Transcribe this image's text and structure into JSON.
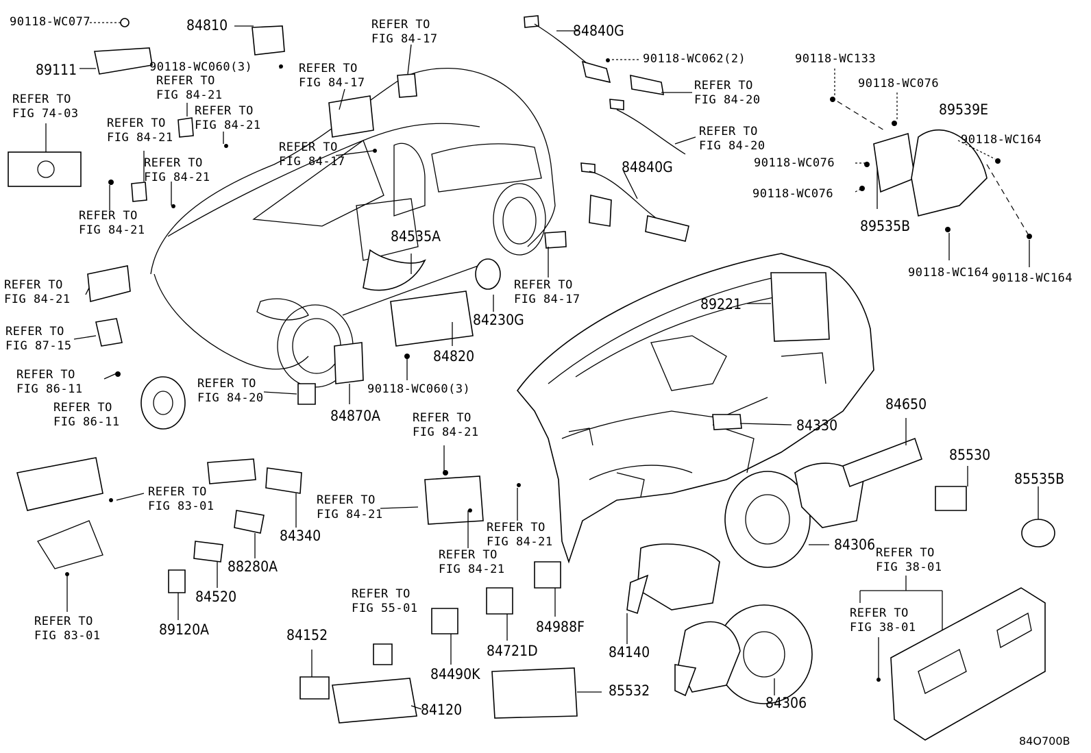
{
  "ref": {
    "r1": [
      "REFER TO",
      "FIG 84-17"
    ],
    "r2": [
      "REFER TO",
      "FIG 84-17"
    ],
    "r3": [
      "REFER TO",
      "FIG 84-21"
    ],
    "r4": [
      "REFER TO",
      "FIG 84-21"
    ],
    "r5": [
      "REFER TO",
      "FIG 74-03"
    ],
    "r6": [
      "REFER TO",
      "FIG 84-21"
    ],
    "r7": [
      "REFER TO",
      "FIG 84-17"
    ],
    "r8": [
      "REFER TO",
      "FIG 84-21"
    ],
    "r9": [
      "REFER TO",
      "FIG 84-21"
    ],
    "r10": [
      "REFER TO",
      "FIG 84-20"
    ],
    "r11": [
      "REFER TO",
      "FIG 84-20"
    ],
    "r12": [
      "REFER TO",
      "FIG 84-21"
    ],
    "r13": [
      "REFER TO",
      "FIG 87-15"
    ],
    "r14": [
      "REFER TO",
      "FIG 84-17"
    ],
    "r15": [
      "REFER TO",
      "FIG 86-11"
    ],
    "r16": [
      "REFER TO",
      "FIG 86-11"
    ],
    "r17": [
      "REFER TO",
      "FIG 84-20"
    ],
    "r18": [
      "REFER TO",
      "FIG 84-21"
    ],
    "r19": [
      "REFER TO",
      "FIG 83-01"
    ],
    "r20": [
      "REFER TO",
      "FIG 84-21"
    ],
    "r21": [
      "REFER TO",
      "FIG 84-21"
    ],
    "r22": [
      "REFER TO",
      "FIG 84-21"
    ],
    "r23": [
      "REFER TO",
      "FIG 83-01"
    ],
    "r24": [
      "REFER TO",
      "FIG 55-01"
    ],
    "r25": [
      "REFER TO",
      "FIG 38-01"
    ],
    "r26": [
      "REFER TO",
      "FIG 38-01"
    ]
  },
  "parts": {
    "p84810": "84810",
    "p89111": "89111",
    "wc077": "90118-WC077",
    "wc060a": "90118-WC060(3)",
    "p84840g_a": "84840G",
    "wc062": "90118-WC062(2)",
    "wc133": "90118-WC133",
    "wc076a": "90118-WC076",
    "p89539e": "89539E",
    "wc164a": "90118-WC164",
    "wc076b": "90118-WC076",
    "wc076c": "90118-WC076",
    "p89535b": "89535B",
    "wc164b": "90118-WC164",
    "wc164c": "90118-WC164",
    "p84840g_b": "84840G",
    "p84535a": "84535A",
    "p84230g": "84230G",
    "p89221": "89221",
    "p84820": "84820",
    "wc060b": "90118-WC060(3)",
    "p84870a": "84870A",
    "p84330": "84330",
    "p84650": "84650",
    "p85530": "85530",
    "p85535b": "85535B",
    "p84340": "84340",
    "p88280a": "88280A",
    "p84520": "84520",
    "p89120a": "89120A",
    "p84306a": "84306",
    "p84988f": "84988F",
    "p84140": "84140",
    "p84721d": "84721D",
    "p84490k": "84490K",
    "p84152": "84152",
    "p85532": "85532",
    "p84120": "84120",
    "p84306b": "84306"
  },
  "catalog_code": "84O700B"
}
